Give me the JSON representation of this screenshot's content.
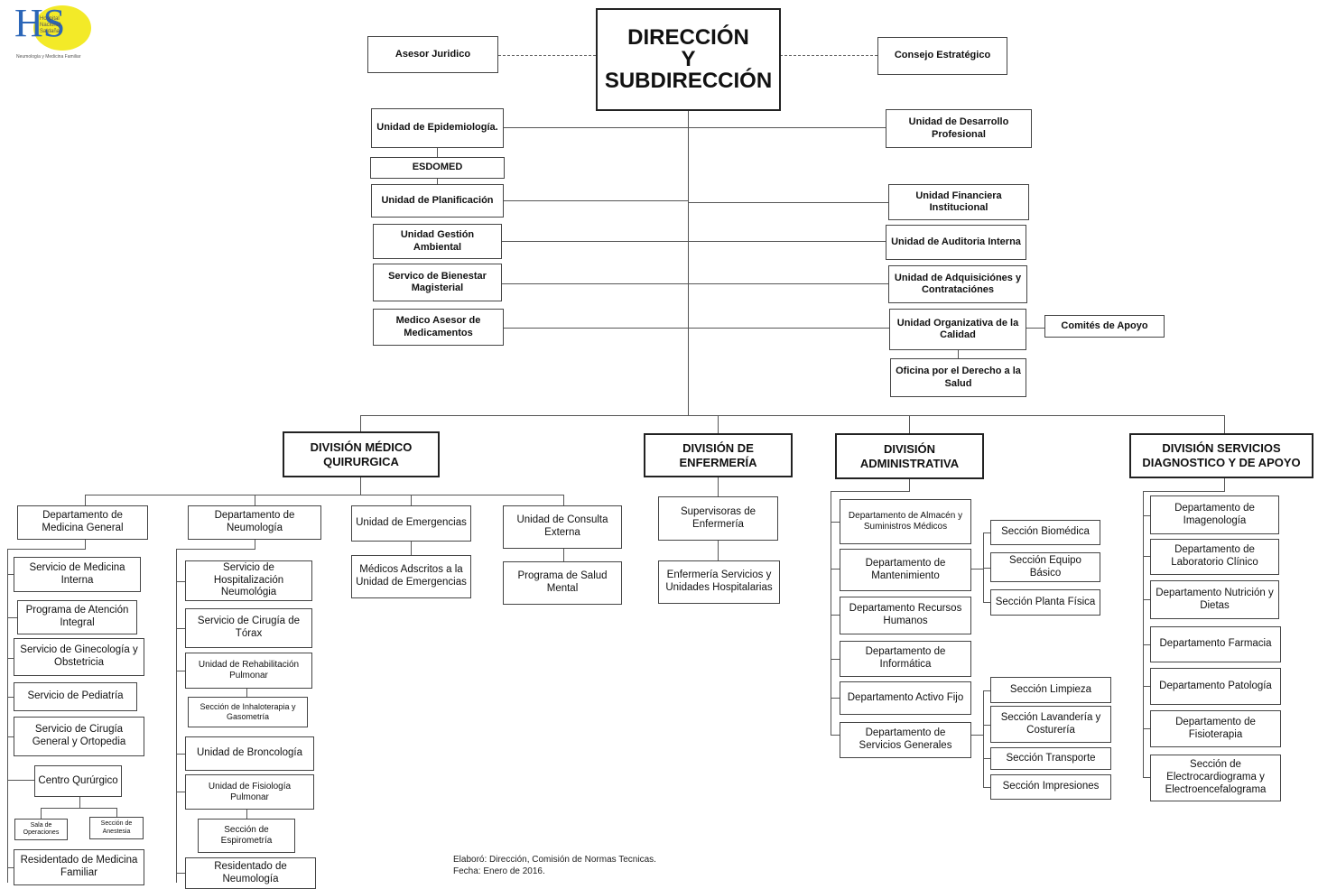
{
  "logo": {
    "mark": "HS",
    "name_lines": [
      "Hospital",
      "Nacional",
      "Saldaña"
    ],
    "tagline": "Neumología y Medicina Familiar"
  },
  "top": {
    "direction": "DIRECCIÓN",
    "y": "Y",
    "subdirection": "SUBDIRECCIÓN"
  },
  "advisors": {
    "legal": "Asesor Juridico",
    "strategic": "Consejo Estratégico"
  },
  "staff_left": [
    "Unidad de Epidemiología.",
    "ESDOMED",
    "Unidad de Planificación",
    "Unidad Gestión Ambiental",
    "Servico de Bienestar Magisterial",
    "Medico Asesor de Medicamentos"
  ],
  "staff_right": [
    "Unidad de Desarrollo Profesional",
    "Unidad Financiera Institucional",
    "Unidad de Auditoria Interna",
    "Unidad de Adquisiciónes y Contrataciónes",
    "Unidad Organizativa de la Calidad",
    "Oficina por el Derecho a la Salud"
  ],
  "support_committees": "Comités de Apoyo",
  "divisions": {
    "medico": "DIVISIÓN MÉDICO QUIRURGICA",
    "enfermeria": "DIVISIÓN DE ENFERMERÍA",
    "administrativa": "DIVISIÓN ADMINISTRATIVA",
    "diagnostico": "DIVISIÓN SERVICIOS DIAGNOSTICO Y DE APOYO"
  },
  "medico": {
    "medicina_general": {
      "title": "Departamento de Medicina General",
      "items": [
        "Servicio de Medicina Interna",
        "Programa de Atención Integral",
        "Servicio de Ginecología y Obstetricia",
        "Servicio de Pediatría",
        "Servicio de Cirugía General y Ortopedia",
        "Centro Qurúrgico",
        "Residentado de Medicina Familiar"
      ],
      "sub_quirurgico": [
        "Sala de Operaciones",
        "Sección de Anestesia"
      ]
    },
    "neumologia": {
      "title": "Departamento de Neumología",
      "items": [
        "Servicio de Hospitalización Neumológia",
        "Servicio de Cirugía de Tórax",
        "Unidad de Rehabilitación Pulmonar",
        "Sección de Inhaloterapia y Gasometría",
        "Unidad de Broncología",
        "Unidad de Fisiología Pulmonar",
        "Sección de Espirometría",
        "Residentado de Neumología"
      ]
    },
    "emergencias": {
      "title": "Unidad de Emergencias",
      "items": [
        "Médicos Adscritos a la Unidad de Emergencias"
      ]
    },
    "consulta": {
      "title": "Unidad de Consulta Externa",
      "items": [
        "Programa de Salud Mental"
      ]
    }
  },
  "enfermeria": {
    "items": [
      "Supervisoras de Enfermería",
      "Enfermería Servicios y Unidades Hospitalarias"
    ]
  },
  "administrativa": {
    "departments": [
      "Departamento de Almacén y Suministros Médicos",
      "Departamento de Mantenimiento",
      "Departamento Recursos Humanos",
      "Departamento de Informática",
      "Departamento Activo Fijo",
      "Departamento de Servicios Generales"
    ],
    "maintenance_sections": [
      "Sección Biomédica",
      "Sección Equipo Básico",
      "Sección Planta Física"
    ],
    "general_sections": [
      "Sección Limpieza",
      "Sección Lavandería y Costurería",
      "Sección Transporte",
      "Sección Impresiones"
    ]
  },
  "diagnostico": {
    "items": [
      "Departamento de Imagenología",
      "Departamento de Laboratorio Clínico",
      "Departamento Nutrición y Dietas",
      "Departamento Farmacia",
      "Departamento Patología",
      "Departamento de Fisioterapia",
      "Sección de Electrocardiograma y Electroencefalograma"
    ]
  },
  "footer": {
    "line1": "Elaboró: Dirección, Comisión de Normas Tecnicas.",
    "line2": "Fecha: Enero de 2016."
  }
}
